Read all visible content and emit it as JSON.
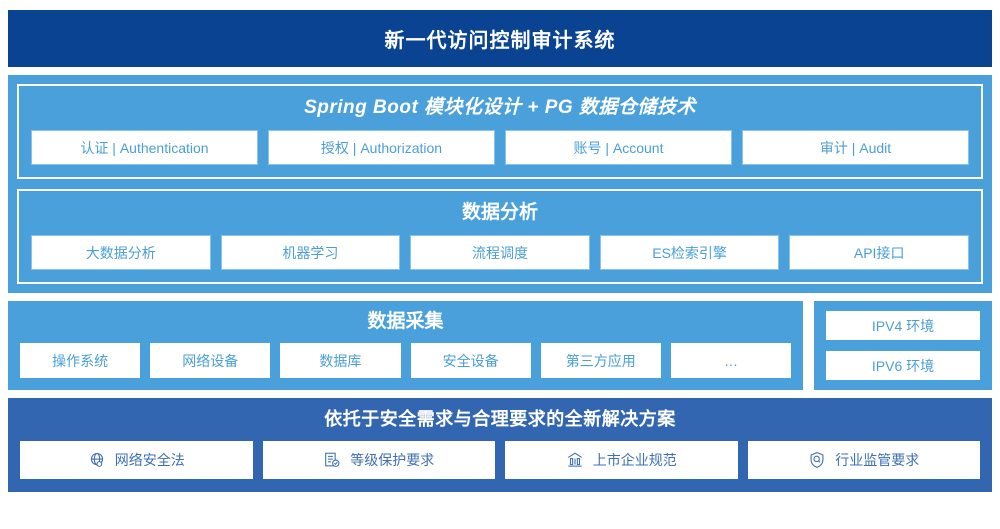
{
  "header": {
    "title": "新一代访问控制审计系统"
  },
  "colors": {
    "header_bg": "#0a4391",
    "light_blue": "#49a0db",
    "mid_blue": "#3366b0",
    "chip_text": "#4a9fd8",
    "chip_icon_text": "#3f6fb5"
  },
  "platform": {
    "groups": [
      {
        "title": "Spring Boot 模块化设计 + PG 数据仓储技术",
        "style": "italic",
        "items": [
          {
            "label": "认证 | Authentication"
          },
          {
            "label": "授权 | Authorization"
          },
          {
            "label": "账号 | Account"
          },
          {
            "label": "审计 | Audit"
          }
        ]
      },
      {
        "title": "数据分析",
        "style": "normal",
        "items": [
          {
            "label": "大数据分析"
          },
          {
            "label": "机器学习"
          },
          {
            "label": "流程调度"
          },
          {
            "label": "ES检索引擎"
          },
          {
            "label": "API接口"
          }
        ]
      }
    ]
  },
  "collection": {
    "title": "数据采集",
    "items": [
      {
        "label": "操作系统"
      },
      {
        "label": "网络设备"
      },
      {
        "label": "数据库"
      },
      {
        "label": "安全设备"
      },
      {
        "label": "第三方应用"
      },
      {
        "label": "…"
      }
    ],
    "environments": [
      {
        "label": "IPV4 环境"
      },
      {
        "label": "IPV6 环境"
      }
    ]
  },
  "compliance": {
    "title": "依托于安全需求与合理要求的全新解决方案",
    "items": [
      {
        "label": "网络安全法",
        "icon": "globe-icon"
      },
      {
        "label": "等级保护要求",
        "icon": "document-check-icon"
      },
      {
        "label": "上市企业规范",
        "icon": "bank-icon"
      },
      {
        "label": "行业监管要求",
        "icon": "shield-search-icon"
      }
    ]
  }
}
